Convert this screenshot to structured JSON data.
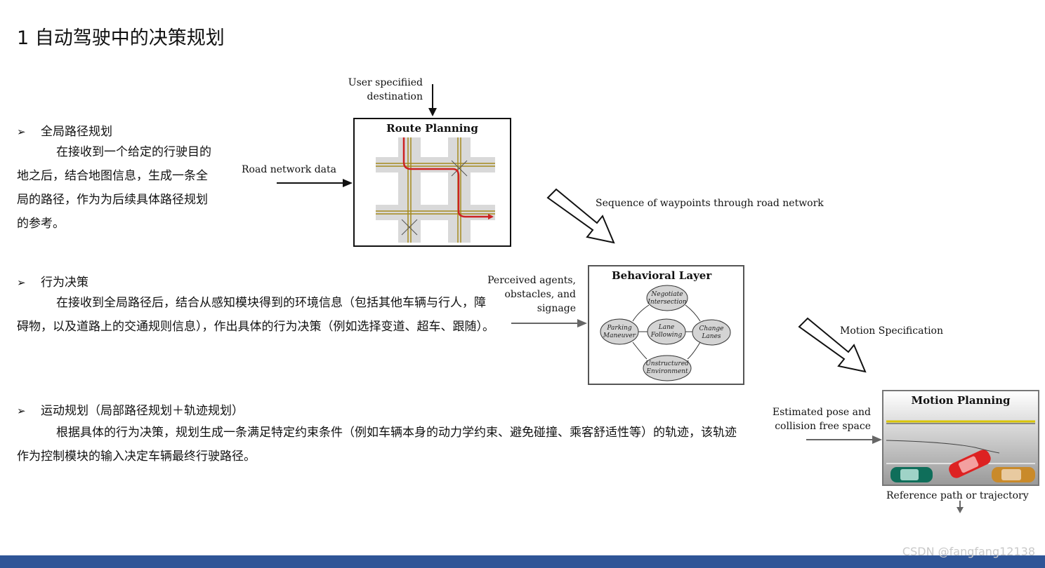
{
  "title": "1 自动驾驶中的决策规划",
  "sections": [
    {
      "bullet": "➢",
      "heading": "全局路径规划",
      "body": "在接收到一个给定的行驶目的地之后，结合地图信息，生成一条全局的路径，作为为后续具体路径规划的参考。"
    },
    {
      "bullet": "➢",
      "heading": "行为决策",
      "body": "在接收到全局路径后，结合从感知模块得到的环境信息（包括其他车辆与行人，障碍物，以及道路上的交通规则信息），作出具体的行为决策（例如选择变道、超车、跟随）。"
    },
    {
      "bullet": "➢",
      "heading": "运动规划（局部路径规划＋轨迹规划）",
      "body": "根据具体的行为决策，规划生成一条满足特定约束条件（例如车辆本身的动力学约束、避免碰撞、乘客舒适性等）的轨迹，该轨迹作为控制模块的输入决定车辆最终行驶路径。"
    }
  ],
  "diagram": {
    "user_dest_line1": "User specifiied",
    "user_dest_line2": "destination",
    "road_network": "Road network data",
    "route_planning": "Route Planning",
    "waypoints": "Sequence of waypoints through road network",
    "perceived_line1": "Perceived agents,",
    "perceived_line2": "obstacles, and",
    "perceived_line3": "signage",
    "behavioral_layer": "Behavioral Layer",
    "states": {
      "negotiate_1": "Negotiate",
      "negotiate_2": "Intersection",
      "parking_1": "Parking",
      "parking_2": "Maneuver",
      "lane_1": "Lane",
      "lane_2": "Following",
      "change_1": "Change",
      "change_2": "Lanes",
      "unstructured_1": "Unstructured",
      "unstructured_2": "Environment"
    },
    "motion_spec": "Motion Specification",
    "estimated_line1": "Estimated pose and",
    "estimated_line2": "collision free space",
    "motion_planning": "Motion Planning",
    "reference": "Reference path or trajectory"
  },
  "watermark": "CSDN @fangfang12138",
  "colors": {
    "footer": "#2f5597",
    "route": "#cc2222",
    "road_line": "#a58a1f",
    "road": "#d9d9d9"
  }
}
